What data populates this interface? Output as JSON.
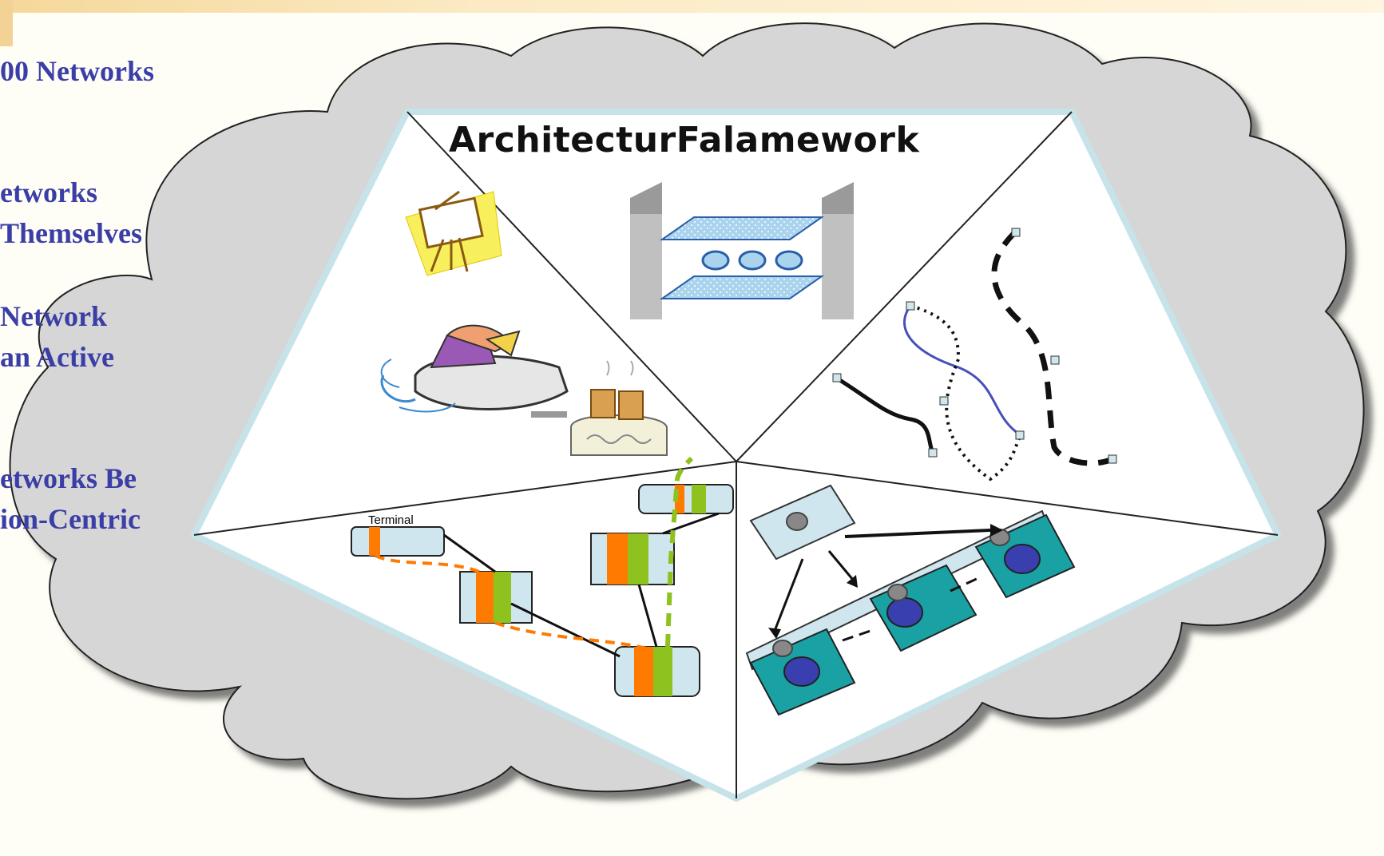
{
  "slide": {
    "bullets": [
      "00 Networks",
      "etworks\nThemselves",
      "Network\nan Active",
      "etworks Be\nion-Centric"
    ],
    "framework_title": "ArchitecturFalamework",
    "terminal_label": "Terminal"
  },
  "colors": {
    "text": "#3b3ea6",
    "cloud": "#d6d6d6",
    "pentagon_edge": "#c7e3ea",
    "orange": "#ff7a00",
    "green": "#8ec21e",
    "teal": "#19a1a3",
    "node_blue": "#3a3fb0",
    "box_fill": "#cfe6ee"
  },
  "icons": [
    "easel-icon",
    "server-rack-icon",
    "jet-ski-icon",
    "toaster-icon",
    "curves-icon",
    "terminal-chain-icon",
    "distributed-nodes-icon"
  ]
}
